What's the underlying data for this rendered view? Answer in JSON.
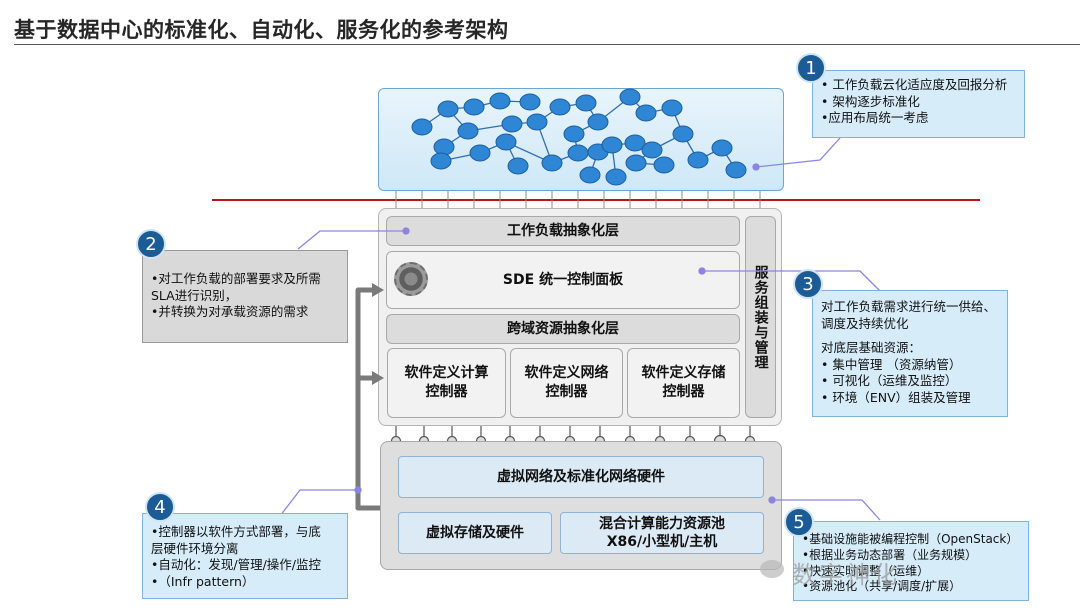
{
  "title": "基于数据中心的标准化、自动化、服务化的参考架构",
  "layers": {
    "workload_abstraction": "工作负载抽象化层",
    "sde_panel": "SDE 统一控制面板",
    "cross_domain": "跨域资源抽象化层",
    "compute": "软件定义计算控制器",
    "network": "软件定义网络控制器",
    "storage": "软件定义存储控制器",
    "service_orchestration": "服务组装与管理",
    "virtual_network": "虚拟网络及标准化网络硬件",
    "virtual_storage": "虚拟存储及硬件",
    "mixed_compute_line1": "混合计算能力资源池",
    "mixed_compute_line2": "X86/小型机/主机"
  },
  "notes": [
    {
      "badge": "1",
      "lines": [
        "• 工作负载云化适应度及回报分析",
        "• 架构逐步标准化",
        "•应用布局统一考虑"
      ]
    },
    {
      "badge": "2",
      "lines": [
        "•对工作负载的部署要求及所需",
        "SLA进行识别，",
        "•并转换为对承载资源的需求"
      ]
    },
    {
      "badge": "3",
      "lines": [
        "对工作负载需求进行统一供给、",
        "调度及持续优化",
        "",
        "对底层基础资源：",
        "• 集中管理 （资源纳管）",
        "• 可视化（运维及监控）",
        "• 环境（ENV）组装及管理"
      ]
    },
    {
      "badge": "4",
      "lines": [
        "•控制器以软件方式部署，与底",
        "层硬件环境分离",
        "•自动化：发现/管理/操作/监控",
        "•（Infr  pattern）"
      ]
    },
    {
      "badge": "5",
      "lines": [
        "•基础设施能被编程控制（OpenStack）",
        "•根据业务动态部署（业务规模）",
        "•快速实时调整（运维）",
        "•资源池化（共享/调度/扩展）"
      ]
    }
  ],
  "watermark": "数字神化",
  "colors": {
    "accent": "#1b5c96",
    "red_line": "#c0141c",
    "node": "#2e86d4"
  }
}
